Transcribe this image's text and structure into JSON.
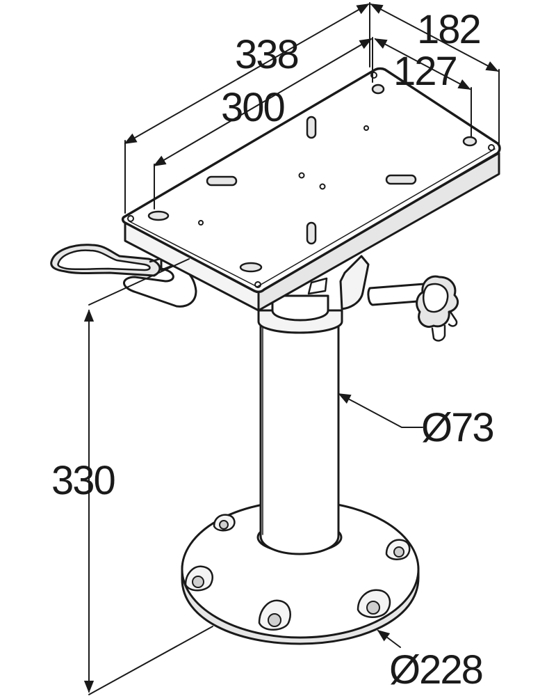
{
  "dimensions": {
    "plate_length": "338",
    "plate_width": "182",
    "hole_spacing_length": "300",
    "hole_spacing_width": "127",
    "height": "330",
    "column_diameter": "Ø73",
    "base_diameter": "Ø228"
  },
  "colors": {
    "line": "#1a1a1a",
    "background": "#ffffff"
  }
}
